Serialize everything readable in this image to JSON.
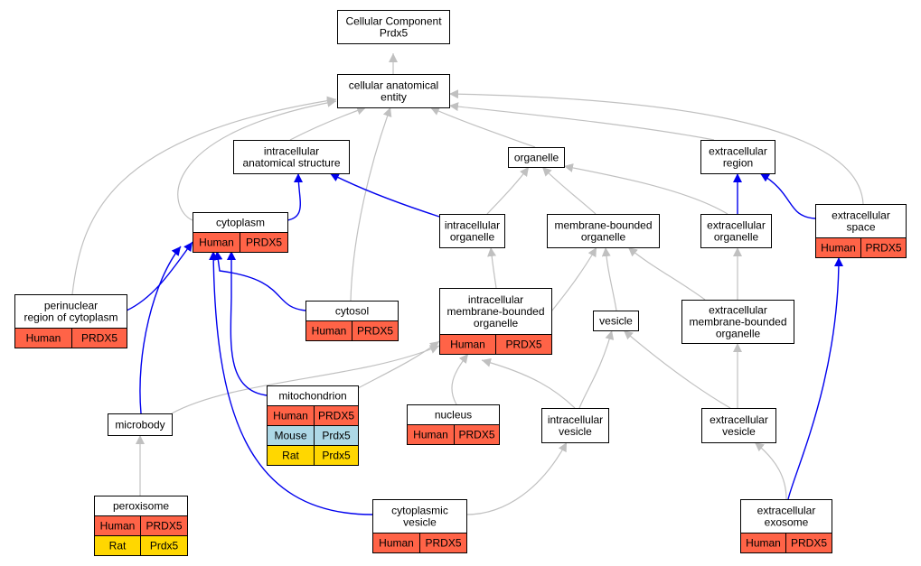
{
  "colors": {
    "Human": "#ff6347",
    "Mouse": "#add8e6",
    "Rat": "#ffd700",
    "gray_edge": "#c0c0c0",
    "blue_edge": "#0000ee"
  },
  "nodes": {
    "root": {
      "lines": [
        "Cellular Component",
        "Prdx5"
      ],
      "rows": []
    },
    "cae": {
      "lines": [
        "cellular anatomical",
        "entity"
      ],
      "rows": []
    },
    "ias": {
      "lines": [
        "intracellular",
        "anatomical structure"
      ],
      "rows": []
    },
    "organelle": {
      "lines": [
        "organelle"
      ],
      "rows": []
    },
    "er": {
      "lines": [
        "extracellular",
        "region"
      ],
      "rows": []
    },
    "cytoplasm": {
      "lines": [
        "cytoplasm"
      ],
      "rows": [
        [
          "Human",
          "PRDX5"
        ]
      ]
    },
    "io": {
      "lines": [
        "intracellular",
        "organelle"
      ],
      "rows": []
    },
    "mbo": {
      "lines": [
        "membrane-bounded",
        "organelle"
      ],
      "rows": []
    },
    "eo": {
      "lines": [
        "extracellular",
        "organelle"
      ],
      "rows": []
    },
    "es": {
      "lines": [
        "extracellular",
        "space"
      ],
      "rows": [
        [
          "Human",
          "PRDX5"
        ]
      ]
    },
    "perinuclear": {
      "lines": [
        "perinuclear",
        "region of cytoplasm"
      ],
      "rows": [
        [
          "Human",
          "PRDX5"
        ]
      ]
    },
    "cytosol": {
      "lines": [
        "cytosol"
      ],
      "rows": [
        [
          "Human",
          "PRDX5"
        ]
      ]
    },
    "imbo": {
      "lines": [
        "intracellular",
        "membrane-bounded",
        "organelle"
      ],
      "rows": [
        [
          "Human",
          "PRDX5"
        ]
      ]
    },
    "vesicle": {
      "lines": [
        "vesicle"
      ],
      "rows": []
    },
    "embo": {
      "lines": [
        "extracellular",
        "membrane-bounded",
        "organelle"
      ],
      "rows": []
    },
    "mito": {
      "lines": [
        "mitochondrion"
      ],
      "rows": [
        [
          "Human",
          "PRDX5"
        ],
        [
          "Mouse",
          "Prdx5"
        ],
        [
          "Rat",
          "Prdx5"
        ]
      ]
    },
    "microbody": {
      "lines": [
        "microbody"
      ],
      "rows": []
    },
    "nucleus": {
      "lines": [
        "nucleus"
      ],
      "rows": [
        [
          "Human",
          "PRDX5"
        ]
      ]
    },
    "iv": {
      "lines": [
        "intracellular",
        "vesicle"
      ],
      "rows": []
    },
    "ev": {
      "lines": [
        "extracellular",
        "vesicle"
      ],
      "rows": []
    },
    "peroxisome": {
      "lines": [
        "peroxisome"
      ],
      "rows": [
        [
          "Human",
          "PRDX5"
        ],
        [
          "Rat",
          "Prdx5"
        ]
      ]
    },
    "cv": {
      "lines": [
        "cytoplasmic",
        "vesicle"
      ],
      "rows": [
        [
          "Human",
          "PRDX5"
        ]
      ]
    },
    "exosome": {
      "lines": [
        "extracellular",
        "exosome"
      ],
      "rows": [
        [
          "Human",
          "PRDX5"
        ]
      ]
    }
  },
  "edges": [
    {
      "from": "cae",
      "to": "root",
      "type": "is_a"
    },
    {
      "from": "ias",
      "to": "cae",
      "type": "is_a"
    },
    {
      "from": "organelle",
      "to": "cae",
      "type": "is_a"
    },
    {
      "from": "er",
      "to": "cae",
      "type": "is_a"
    },
    {
      "from": "cytoplasm",
      "to": "cae",
      "type": "is_a"
    },
    {
      "from": "perinuclear",
      "to": "cae",
      "type": "is_a"
    },
    {
      "from": "cytosol",
      "to": "cae",
      "type": "is_a"
    },
    {
      "from": "es",
      "to": "cae",
      "type": "is_a"
    },
    {
      "from": "io",
      "to": "organelle",
      "type": "is_a"
    },
    {
      "from": "mbo",
      "to": "organelle",
      "type": "is_a"
    },
    {
      "from": "eo",
      "to": "organelle",
      "type": "is_a"
    },
    {
      "from": "imbo",
      "to": "io",
      "type": "is_a"
    },
    {
      "from": "imbo",
      "to": "mbo",
      "type": "is_a"
    },
    {
      "from": "vesicle",
      "to": "mbo",
      "type": "is_a"
    },
    {
      "from": "embo",
      "to": "mbo",
      "type": "is_a"
    },
    {
      "from": "embo",
      "to": "eo",
      "type": "is_a"
    },
    {
      "from": "mito",
      "to": "imbo",
      "type": "is_a"
    },
    {
      "from": "microbody",
      "to": "imbo",
      "type": "is_a"
    },
    {
      "from": "nucleus",
      "to": "imbo",
      "type": "is_a"
    },
    {
      "from": "iv",
      "to": "imbo",
      "type": "is_a"
    },
    {
      "from": "iv",
      "to": "vesicle",
      "type": "is_a"
    },
    {
      "from": "ev",
      "to": "vesicle",
      "type": "is_a"
    },
    {
      "from": "ev",
      "to": "embo",
      "type": "is_a"
    },
    {
      "from": "peroxisome",
      "to": "microbody",
      "type": "is_a"
    },
    {
      "from": "cv",
      "to": "iv",
      "type": "is_a"
    },
    {
      "from": "exosome",
      "to": "ev",
      "type": "is_a"
    },
    {
      "from": "cytoplasm",
      "to": "ias",
      "type": "part_of"
    },
    {
      "from": "io",
      "to": "ias",
      "type": "part_of"
    },
    {
      "from": "eo",
      "to": "er",
      "type": "part_of"
    },
    {
      "from": "es",
      "to": "er",
      "type": "part_of"
    },
    {
      "from": "perinuclear",
      "to": "cytoplasm",
      "type": "part_of"
    },
    {
      "from": "cytosol",
      "to": "cytoplasm",
      "type": "part_of"
    },
    {
      "from": "mito",
      "to": "cytoplasm",
      "type": "part_of"
    },
    {
      "from": "microbody",
      "to": "cytoplasm",
      "type": "part_of"
    },
    {
      "from": "cv",
      "to": "cytoplasm",
      "type": "part_of"
    },
    {
      "from": "exosome",
      "to": "es",
      "type": "part_of"
    }
  ]
}
